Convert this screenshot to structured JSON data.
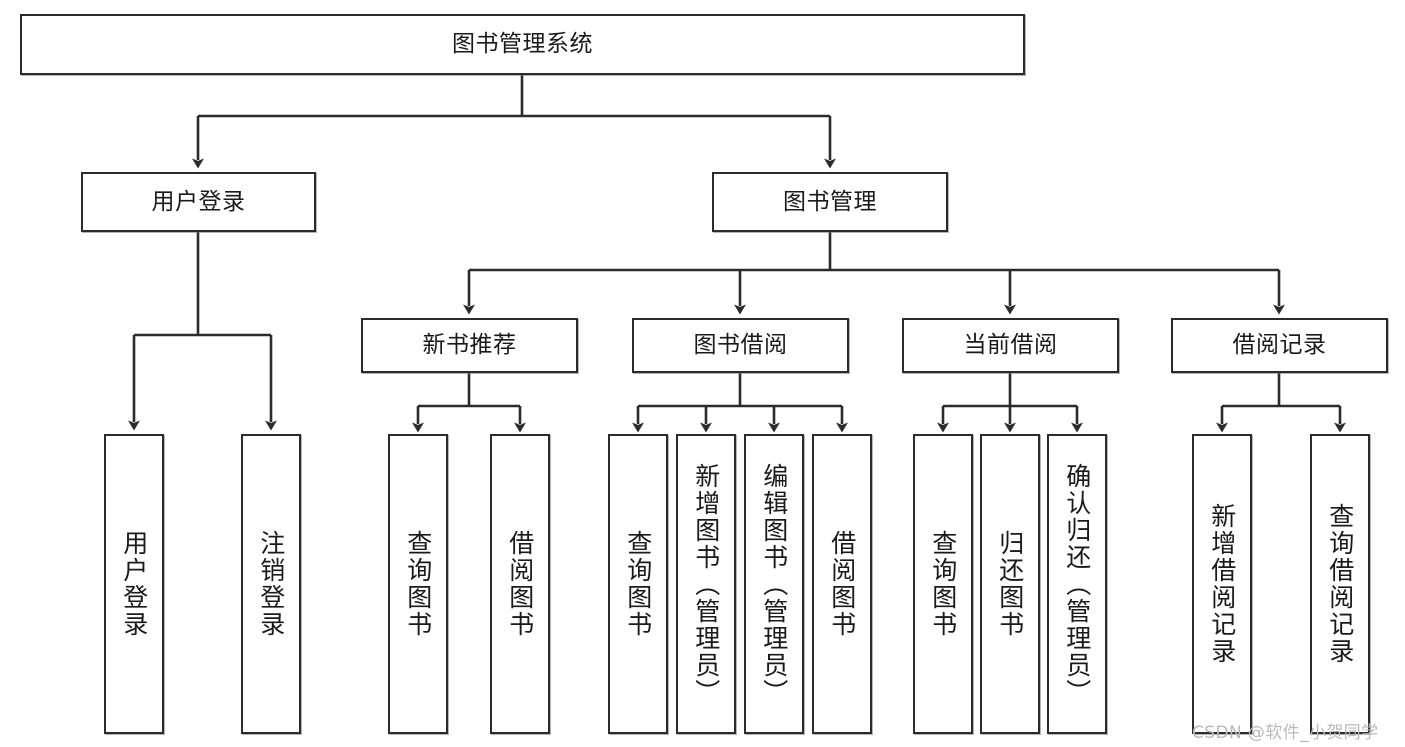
{
  "diagram": {
    "type": "tree-hierarchy",
    "title": "图书管理系统",
    "orientation": "top-down",
    "root": {
      "id": "root",
      "label": "图书管理系统"
    },
    "level2": [
      {
        "id": "user-login",
        "label": "用户登录"
      },
      {
        "id": "book-mgmt",
        "label": "图书管理"
      }
    ],
    "level3": [
      {
        "id": "new-book-rec",
        "label": "新书推荐",
        "parent": "book-mgmt"
      },
      {
        "id": "book-borrow",
        "label": "图书借阅",
        "parent": "book-mgmt"
      },
      {
        "id": "current-borrow",
        "label": "当前借阅",
        "parent": "book-mgmt"
      },
      {
        "id": "borrow-record",
        "label": "借阅记录",
        "parent": "book-mgmt"
      }
    ],
    "leaves": [
      {
        "id": "leaf-user-login",
        "label": "用户登录",
        "parent": "user-login"
      },
      {
        "id": "leaf-user-logout",
        "label": "注销登录",
        "parent": "user-login"
      },
      {
        "id": "leaf-query-book-1",
        "label": "查询图书",
        "parent": "new-book-rec"
      },
      {
        "id": "leaf-borrow-book-1",
        "label": "借阅图书",
        "parent": "new-book-rec"
      },
      {
        "id": "leaf-query-book-2",
        "label": "查询图书",
        "parent": "book-borrow"
      },
      {
        "id": "leaf-add-book",
        "label": "新增图书（管理员）",
        "parent": "book-borrow"
      },
      {
        "id": "leaf-edit-book",
        "label": "编辑图书（管理员）",
        "parent": "book-borrow"
      },
      {
        "id": "leaf-borrow-book-2",
        "label": "借阅图书",
        "parent": "book-borrow"
      },
      {
        "id": "leaf-query-book-3",
        "label": "查询图书",
        "parent": "current-borrow"
      },
      {
        "id": "leaf-return-book",
        "label": "归还图书",
        "parent": "current-borrow"
      },
      {
        "id": "leaf-confirm-return",
        "label": "确认归还（管理员）",
        "parent": "current-borrow"
      },
      {
        "id": "leaf-add-record",
        "label": "新增借阅记录",
        "parent": "borrow-record"
      },
      {
        "id": "leaf-query-record",
        "label": "查询借阅记录",
        "parent": "borrow-record"
      }
    ],
    "colors": {
      "stroke": "#2b2b2b",
      "fill": "#ffffff",
      "text": "#1a1a1a",
      "watermark": "#b9b9b9"
    }
  },
  "watermark": {
    "text": "CSDN @软件_小贺同学"
  }
}
